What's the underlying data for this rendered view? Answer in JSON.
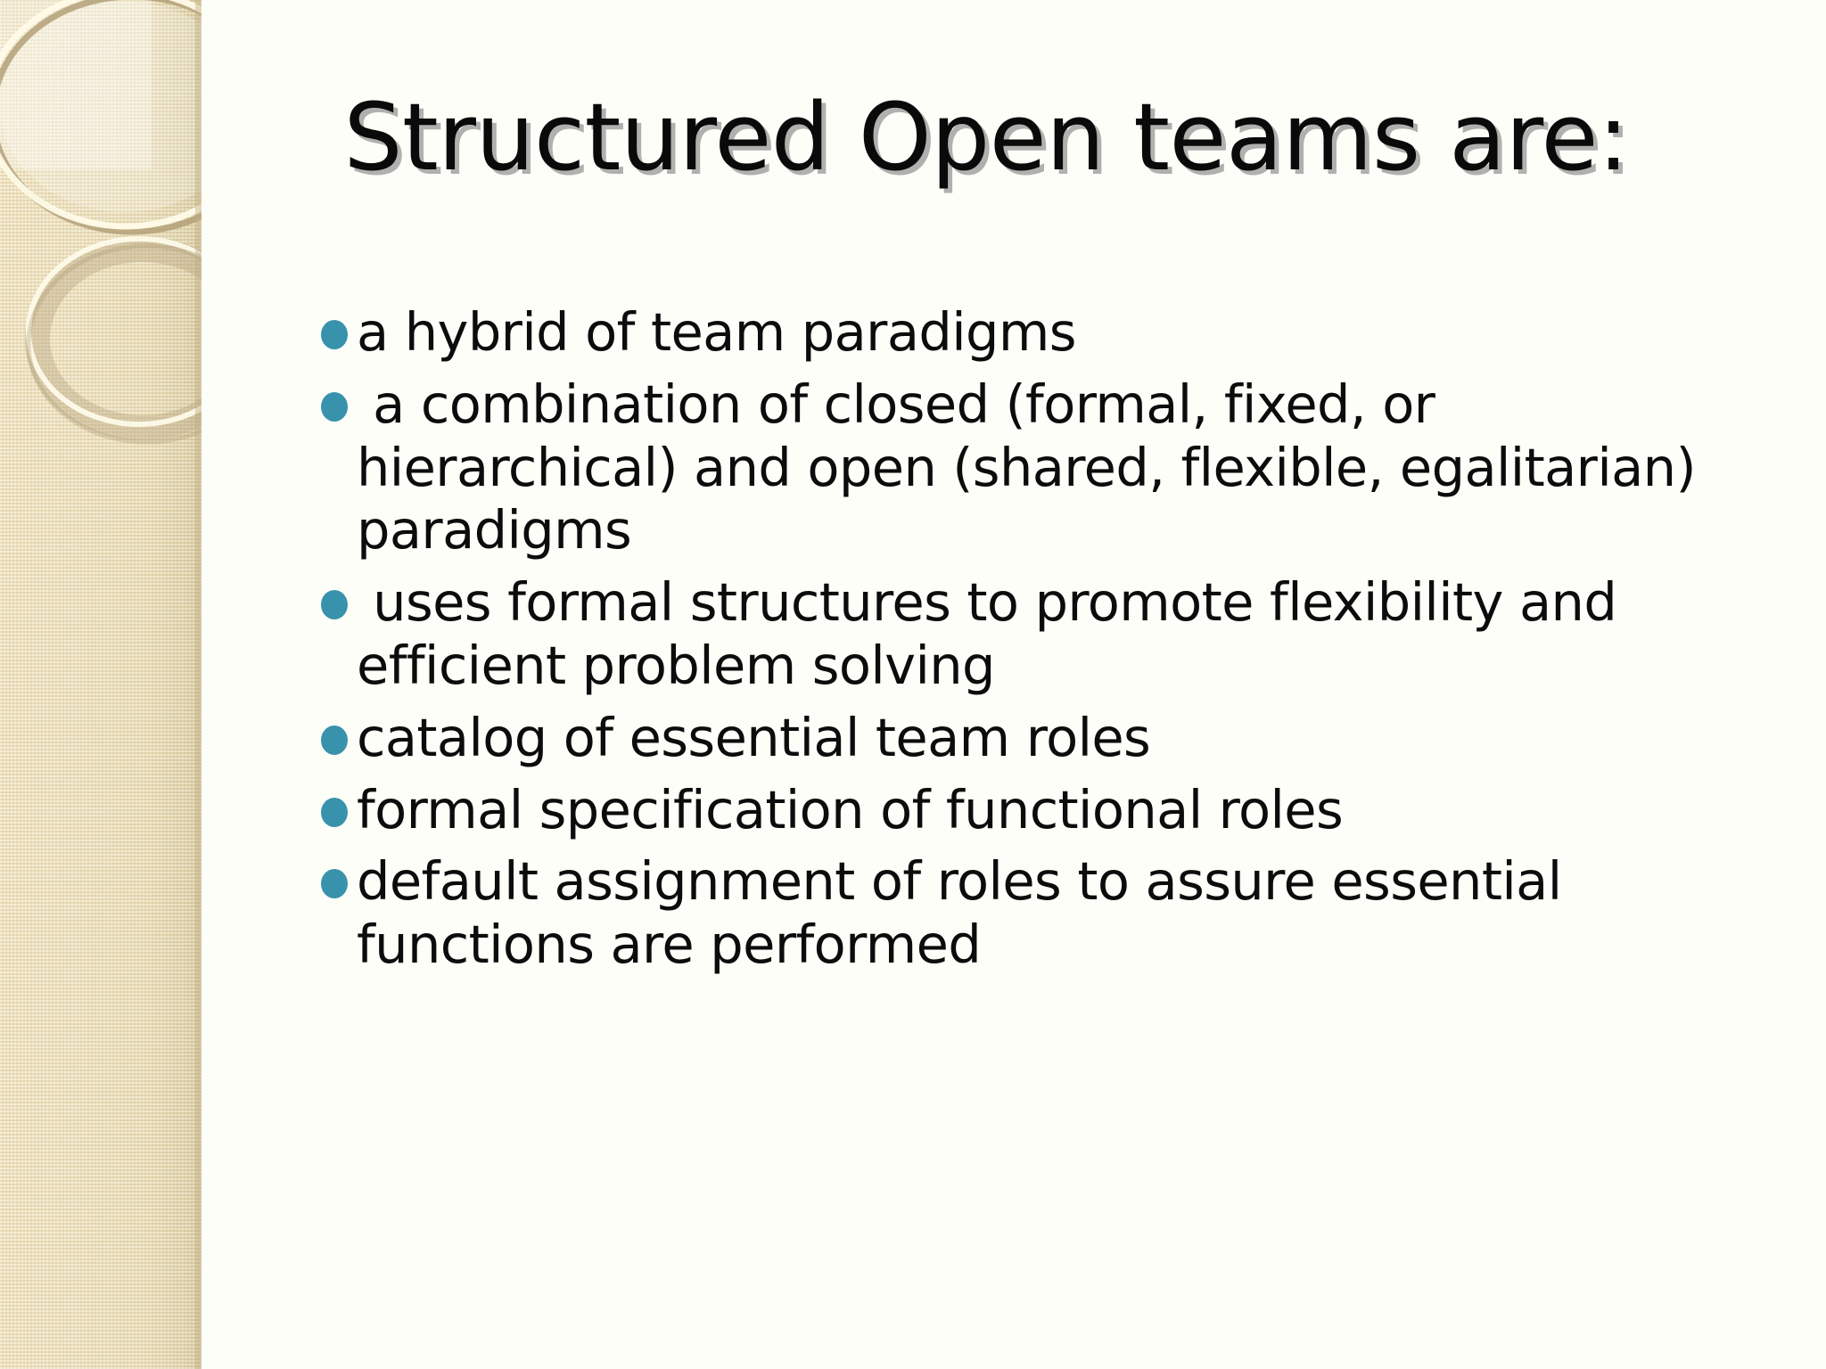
{
  "slide": {
    "title": "Structured Open teams are:",
    "theme": {
      "background_color": "#fdfef8",
      "sidebar_color": "#ebdfb8",
      "bullet_color": "#3892ab",
      "text_color": "#0c0c0c",
      "title_shadow_color": "#969696"
    },
    "bullets": [
      {
        "text": "a hybrid of team paradigms"
      },
      {
        "text": " a combination of closed (formal, fixed, or hierarchical) and open (shared, flexible, egalitarian) paradigms"
      },
      {
        "text": " uses formal structures to promote flexibility and efficient problem solving"
      },
      {
        "text": "catalog of essential team roles"
      },
      {
        "text": "formal specification of functional roles"
      },
      {
        "text": "default assignment of roles to assure essential functions are performed"
      }
    ],
    "decoration": {
      "sidebar_graphic": "overlapping-circles-graphic"
    }
  }
}
